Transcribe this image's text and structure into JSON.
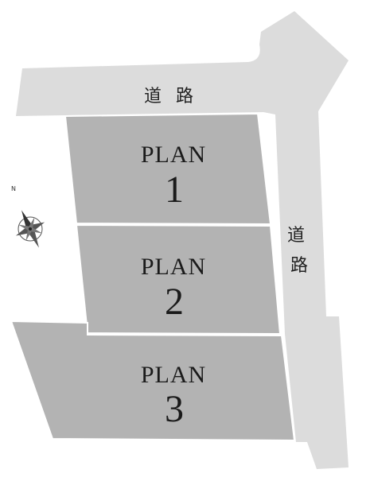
{
  "roads": {
    "north_label_chars": [
      "道",
      "路"
    ],
    "east_label_chars": [
      "道",
      "路"
    ]
  },
  "lots": [
    {
      "label": "PLAN",
      "number": "1"
    },
    {
      "label": "PLAN",
      "number": "2"
    },
    {
      "label": "PLAN",
      "number": "3"
    }
  ],
  "compass": {
    "north_letter": "N",
    "icon": "compass-rose-icon"
  },
  "colors": {
    "road": "#dcdcdc",
    "lot": "#b3b3b3",
    "text": "#1a1a1a"
  }
}
